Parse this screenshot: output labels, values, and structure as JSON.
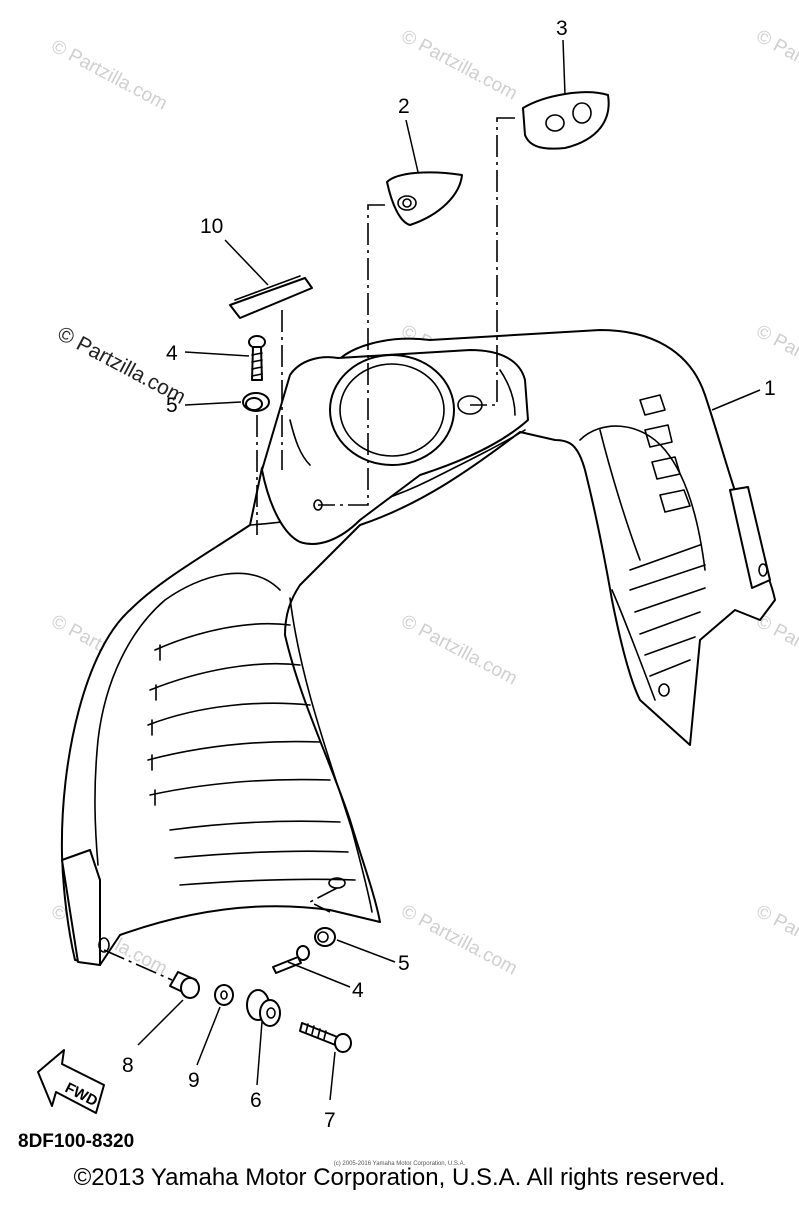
{
  "diagram": {
    "code": "8DF100-8320",
    "direction_label": "FWD",
    "callouts": [
      "1",
      "2",
      "3",
      "4",
      "4",
      "5",
      "5",
      "6",
      "7",
      "8",
      "9",
      "10"
    ]
  },
  "watermark": {
    "text": "© Partzilla.com"
  },
  "footer": {
    "copyright": "©2013 Yamaha Motor Corporation, U.S.A. All rights reserved.",
    "fineprint": "(c) 2005-2016 Yamaha Motor Corporation, U.S.A."
  }
}
